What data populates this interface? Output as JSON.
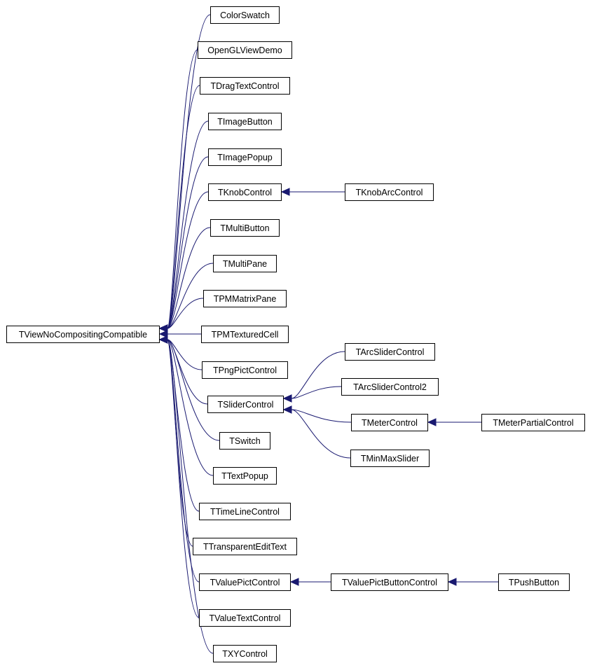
{
  "diagram": {
    "nodes": [
      {
        "id": "root",
        "label": "TViewNoCompositingCompatible"
      },
      {
        "id": "colorswatch",
        "label": "ColorSwatch"
      },
      {
        "id": "openglviewdemo",
        "label": "OpenGLViewDemo"
      },
      {
        "id": "tdragtextcontrol",
        "label": "TDragTextControl"
      },
      {
        "id": "timagebutton",
        "label": "TImageButton"
      },
      {
        "id": "timagepopup",
        "label": "TImagePopup"
      },
      {
        "id": "tknobcontrol",
        "label": "TKnobControl"
      },
      {
        "id": "tmultibutton",
        "label": "TMultiButton"
      },
      {
        "id": "tmultipane",
        "label": "TMultiPane"
      },
      {
        "id": "tpmmatrixpane",
        "label": "TPMMatrixPane"
      },
      {
        "id": "tpmtexturedcell",
        "label": "TPMTexturedCell"
      },
      {
        "id": "tpngpictcontrol",
        "label": "TPngPictControl"
      },
      {
        "id": "tslidercontrol",
        "label": "TSliderControl"
      },
      {
        "id": "tswitch",
        "label": "TSwitch"
      },
      {
        "id": "ttextpopup",
        "label": "TTextPopup"
      },
      {
        "id": "ttimelinecontrol",
        "label": "TTimeLineControl"
      },
      {
        "id": "ttransparentedittext",
        "label": "TTransparentEditText"
      },
      {
        "id": "tvaluepictcontrol",
        "label": "TValuePictControl"
      },
      {
        "id": "tvaluetextcontrol",
        "label": "TValueTextControl"
      },
      {
        "id": "txycontrol",
        "label": "TXYControl"
      },
      {
        "id": "tknobarccontrol",
        "label": "TKnobArcControl"
      },
      {
        "id": "tarcslidercontrol",
        "label": "TArcSliderControl"
      },
      {
        "id": "tarcslidercontrol2",
        "label": "TArcSliderControl2"
      },
      {
        "id": "tmetercontrol",
        "label": "TMeterControl"
      },
      {
        "id": "tminmaxslider",
        "label": "TMinMaxSlider"
      },
      {
        "id": "tmeterpartialcontrol",
        "label": "TMeterPartialControl"
      },
      {
        "id": "tvaluepictbuttoncontrol",
        "label": "TValuePictButtonControl"
      },
      {
        "id": "tpushbutton",
        "label": "TPushButton"
      }
    ],
    "edges": [
      {
        "from": "colorswatch",
        "to": "root"
      },
      {
        "from": "openglviewdemo",
        "to": "root"
      },
      {
        "from": "tdragtextcontrol",
        "to": "root"
      },
      {
        "from": "timagebutton",
        "to": "root"
      },
      {
        "from": "timagepopup",
        "to": "root"
      },
      {
        "from": "tknobcontrol",
        "to": "root"
      },
      {
        "from": "tmultibutton",
        "to": "root"
      },
      {
        "from": "tmultipane",
        "to": "root"
      },
      {
        "from": "tpmmatrixpane",
        "to": "root"
      },
      {
        "from": "tpmtexturedcell",
        "to": "root"
      },
      {
        "from": "tpngpictcontrol",
        "to": "root"
      },
      {
        "from": "tslidercontrol",
        "to": "root"
      },
      {
        "from": "tswitch",
        "to": "root"
      },
      {
        "from": "ttextpopup",
        "to": "root"
      },
      {
        "from": "ttimelinecontrol",
        "to": "root"
      },
      {
        "from": "ttransparentedittext",
        "to": "root"
      },
      {
        "from": "tvaluepictcontrol",
        "to": "root"
      },
      {
        "from": "tvaluetextcontrol",
        "to": "root"
      },
      {
        "from": "txycontrol",
        "to": "root"
      },
      {
        "from": "tknobarccontrol",
        "to": "tknobcontrol"
      },
      {
        "from": "tarcslidercontrol",
        "to": "tslidercontrol"
      },
      {
        "from": "tarcslidercontrol2",
        "to": "tslidercontrol"
      },
      {
        "from": "tmetercontrol",
        "to": "tslidercontrol"
      },
      {
        "from": "tminmaxslider",
        "to": "tslidercontrol"
      },
      {
        "from": "tmeterpartialcontrol",
        "to": "tmetercontrol"
      },
      {
        "from": "tvaluepictbuttoncontrol",
        "to": "tvaluepictcontrol"
      },
      {
        "from": "tpushbutton",
        "to": "tvaluepictbuttoncontrol"
      }
    ],
    "colors": {
      "edge": "#191970",
      "node_border": "#000000",
      "node_fill": "#ffffff"
    }
  }
}
